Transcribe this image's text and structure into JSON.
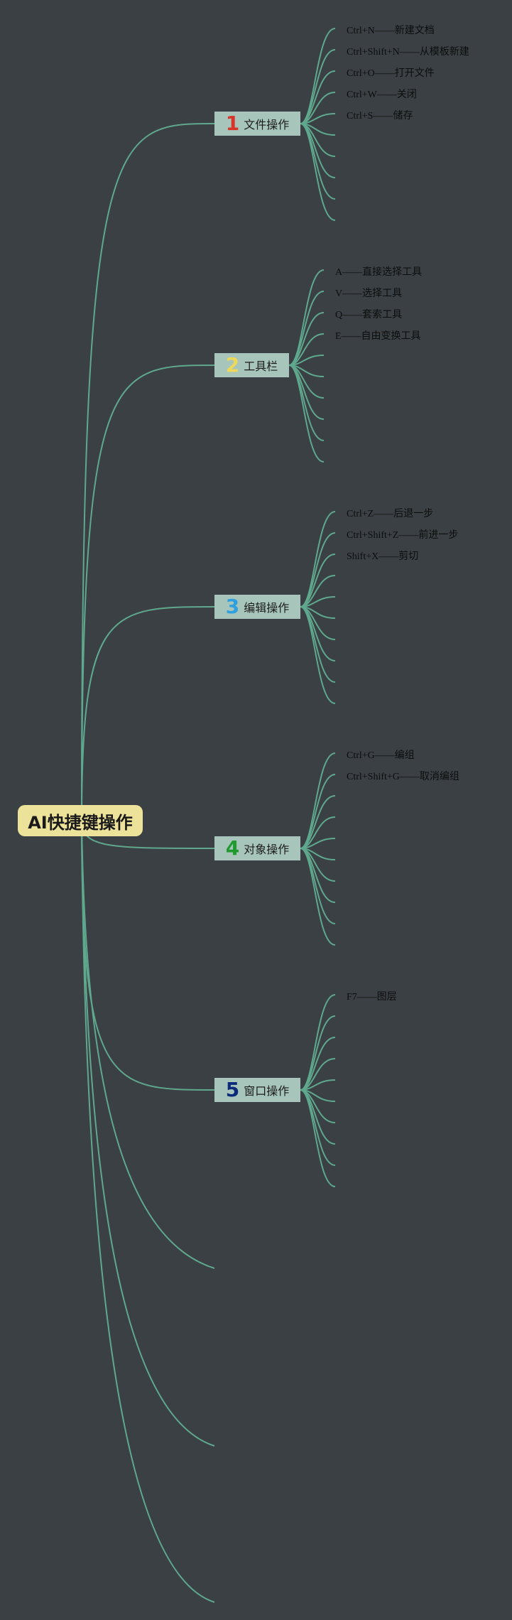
{
  "root": {
    "title": "AI快捷键操作"
  },
  "branches": [
    {
      "number": "1",
      "number_color": "#d9342b",
      "label": "文件操作",
      "items": [
        "Ctrl+N——新建文档",
        "Ctrl+Shift+N——从模板新建",
        "Ctrl+O——打开文件",
        "Ctrl+W——关闭",
        "Ctrl+S——储存"
      ]
    },
    {
      "number": "2",
      "number_color": "#ecd85a",
      "label": "工具栏",
      "items": [
        "A——直接选择工具",
        "V——选择工具",
        "Q——套索工具",
        "E——自由变换工具"
      ]
    },
    {
      "number": "3",
      "number_color": "#2ea0e0",
      "label": "编辑操作",
      "items": [
        "Ctrl+Z——后退一步",
        "Ctrl+Shift+Z——前进一步",
        "Shift+X——剪切"
      ]
    },
    {
      "number": "4",
      "number_color": "#1e9a2e",
      "label": "对象操作",
      "items": [
        "Ctrl+G——编组",
        "Ctrl+Shift+G——取消编组"
      ]
    },
    {
      "number": "5",
      "number_color": "#0c2a7a",
      "label": "窗口操作",
      "items": [
        "F7——图层"
      ]
    }
  ],
  "colors": {
    "background": "#3a4043",
    "connector": "#5fa88e",
    "root_fill": "#ede29a",
    "branch_fill": "#a8c5bb"
  }
}
